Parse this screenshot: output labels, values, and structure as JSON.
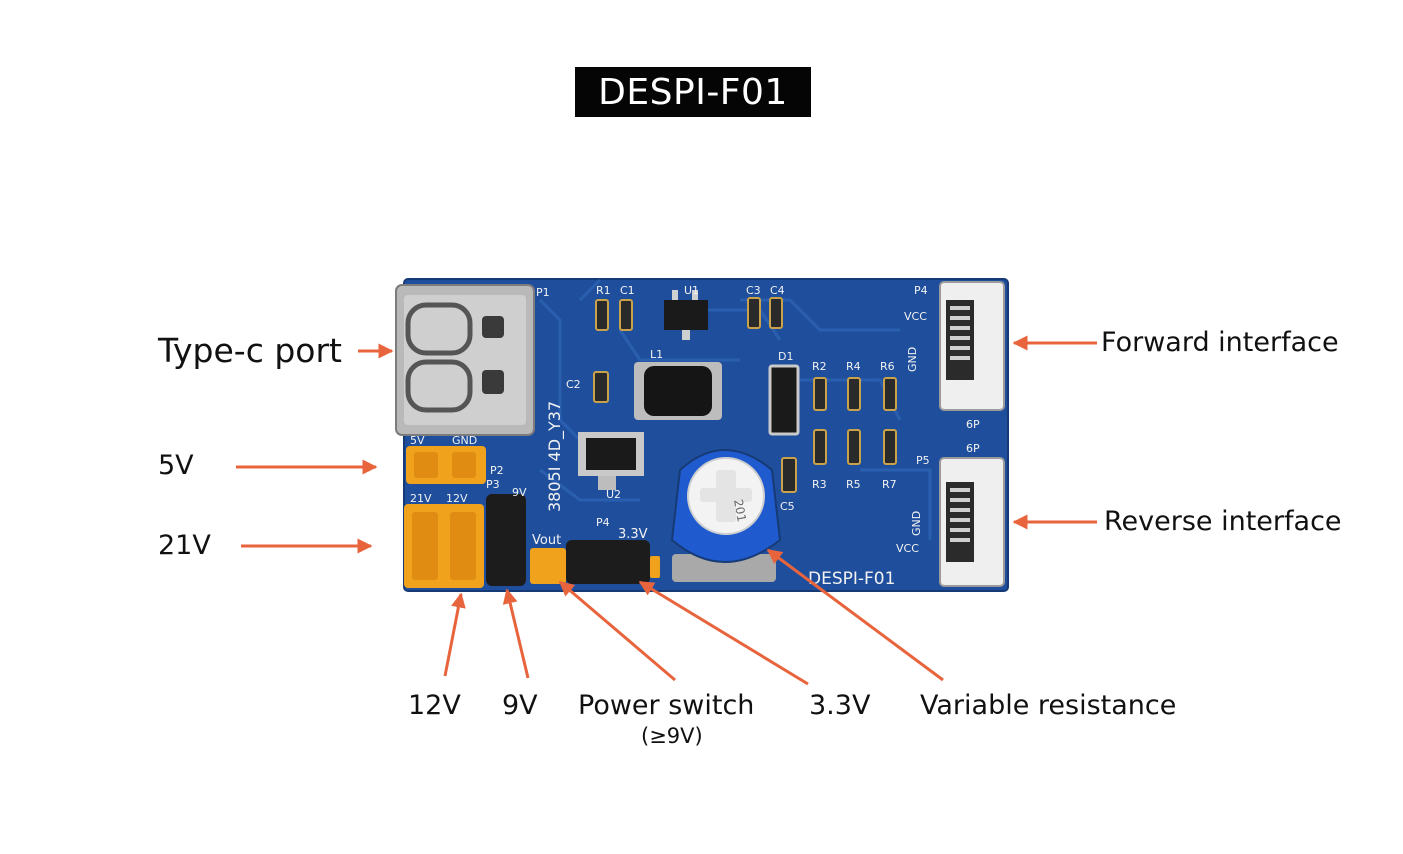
{
  "title": "DESPI-F01",
  "callouts": {
    "type_c_port": "Type-c port",
    "forward_interface": "Forward interface",
    "reverse_interface": "Reverse interface",
    "v5": "5V",
    "v21": "21V",
    "v12": "12V",
    "v9": "9V",
    "power_switch": "Power switch",
    "power_switch_note": "(≥9V)",
    "v3_3": "3.3V",
    "variable_resistance": "Variable resistance"
  },
  "board_silkscreen": {
    "p1": "P1",
    "r1": "R1",
    "c1": "C1",
    "u1": "U1",
    "c3": "C3",
    "c4": "C4",
    "p4": "P4",
    "l1": "L1",
    "c2": "C2",
    "d1": "D1",
    "r2": "R2",
    "r4": "R4",
    "r6": "R6",
    "vcc": "VCC",
    "gnd": "GND",
    "six_p": "6P",
    "p5": "P5",
    "chip_code": "3805I 4D_Y37",
    "u2": "U2",
    "r3": "R3",
    "r5": "R5",
    "r7": "R7",
    "c5": "C5",
    "header_5v": "5V",
    "header_gnd": "GND",
    "p2": "P2",
    "p3": "P3",
    "header_21v": "21V",
    "header_12v": "12V",
    "header_9v": "9V",
    "vout": "Vout",
    "p4b": "P4",
    "v33": "3.3V",
    "pot_code": "201",
    "board_name": "DESPI-F01"
  },
  "colors": {
    "arrow": "#e8643c",
    "board": "#1f4f9c",
    "header": "#f0a21c",
    "title_bg": "#050505"
  }
}
